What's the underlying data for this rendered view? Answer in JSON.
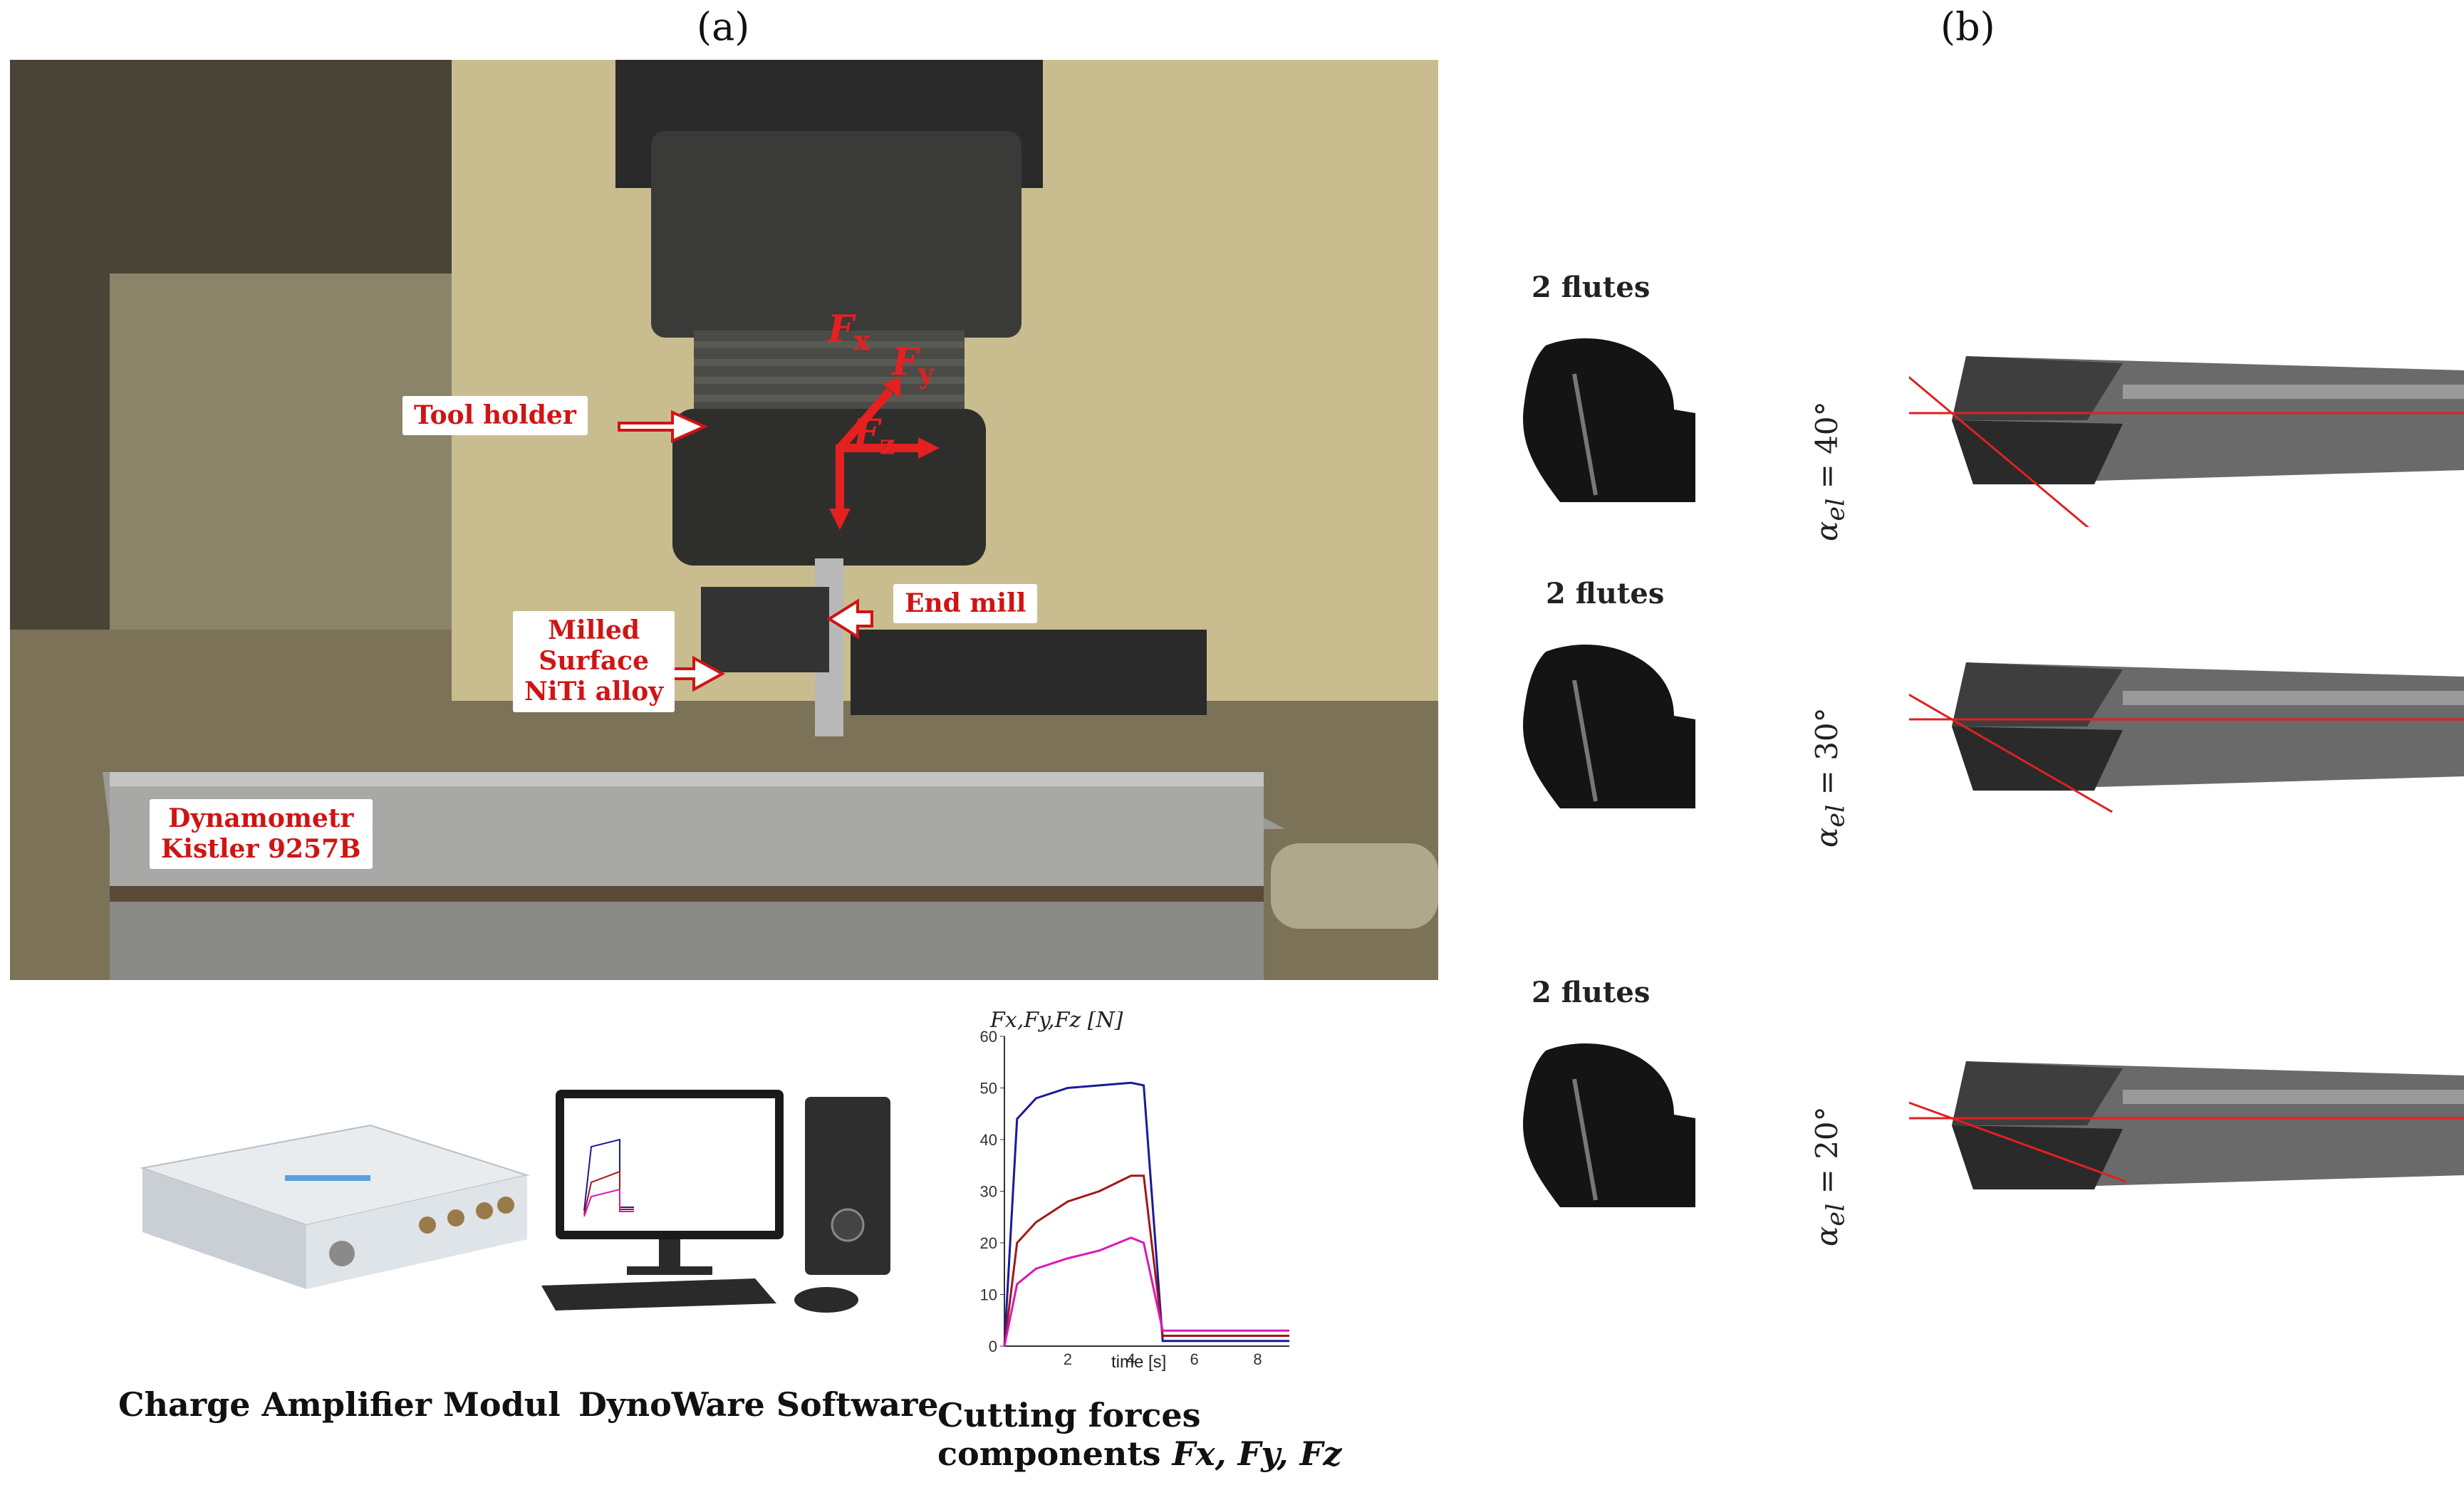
{
  "panel_labels": {
    "a": "(a)",
    "b": "(b)"
  },
  "callouts": {
    "tool_holder": "Tool holder",
    "end_mill": "End mill",
    "milled_surface": [
      "Milled",
      "Surface",
      "NiTi alloy"
    ],
    "dynamometer": [
      "Dynamometr",
      "Kistler 9257B"
    ]
  },
  "forces": {
    "fx": "F",
    "fx_sub": "x",
    "fy": "F",
    "fy_sub": "y",
    "fz": "F",
    "fz_sub": "z"
  },
  "captions": {
    "amplifier": "Charge Amplifier Modul",
    "software": "DynoWare Software",
    "forces_line1": "Cutting forces",
    "forces_line2_prefix": "components ",
    "forces_line2_italic": "Fx, Fy, Fz"
  },
  "flutes": [
    {
      "label": "2 flutes",
      "angle_text": "α",
      "angle_sub": "el",
      "angle_value": "= 40°"
    },
    {
      "label": "2 flutes",
      "angle_text": "α",
      "angle_sub": "el",
      "angle_value": "= 30°"
    },
    {
      "label": "2 flutes",
      "angle_text": "α",
      "angle_sub": "el",
      "angle_value": "= 20°"
    }
  ],
  "chart_data": {
    "type": "line",
    "ylabel": "Fx,Fy,Fz [N]",
    "xlabel": "time [s]",
    "ylim": [
      0,
      60
    ],
    "xlim": [
      0,
      9
    ],
    "yticks": [
      "0",
      "10",
      "20",
      "30",
      "40",
      "50",
      "60"
    ],
    "xticks": [
      "2",
      "4",
      "6",
      "8"
    ],
    "series": [
      {
        "color": "#1a1a9a",
        "x": [
          0,
          0.4,
          1,
          2,
          3,
          4,
          4.4,
          5,
          5.3,
          9
        ],
        "y": [
          0,
          44,
          48,
          50,
          50.5,
          51,
          50.5,
          1,
          1,
          1
        ]
      },
      {
        "color": "#a01818",
        "x": [
          0,
          0.4,
          1,
          2,
          3,
          4,
          4.4,
          5,
          5.3,
          9
        ],
        "y": [
          0,
          20,
          24,
          28,
          30,
          33,
          33,
          2,
          2,
          2
        ]
      },
      {
        "color": "#d818b8",
        "x": [
          0,
          0.4,
          1,
          2,
          3,
          4,
          4.4,
          5,
          5.3,
          9
        ],
        "y": [
          0,
          12,
          15,
          17,
          18.5,
          21,
          20,
          3,
          3,
          3
        ]
      }
    ]
  }
}
